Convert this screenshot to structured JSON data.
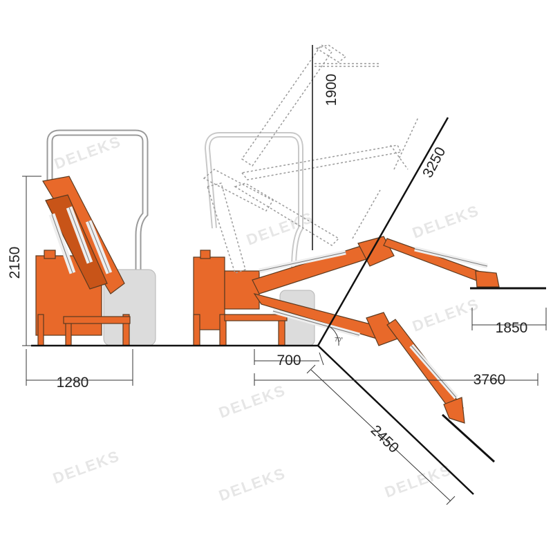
{
  "colors": {
    "machine": "#e8692a",
    "machine_dark": "#c85418",
    "line": "#111111",
    "ghost": "#9a9a9a",
    "hydraulic": "#ececec",
    "shadow": "#d8d8d8"
  },
  "watermark": "DELEKS",
  "dimensions": {
    "height_side": "2150",
    "width_side": "1280",
    "reach_up": "1900",
    "slope_reach": "3250",
    "horizontal_reach": "1850",
    "offset": "700",
    "total_reach": "3760",
    "slope_down": "2450",
    "angle": "70°"
  }
}
